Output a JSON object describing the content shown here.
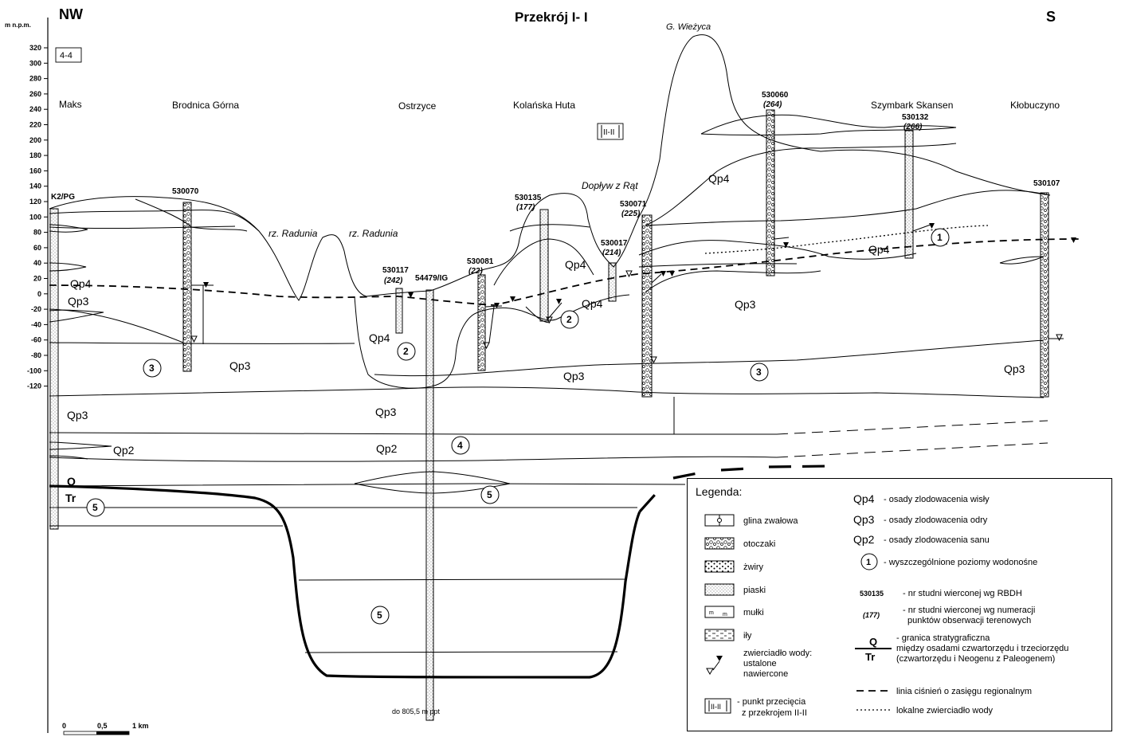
{
  "header": {
    "title": "Przekrój I- I",
    "left_dir": "NW",
    "right_dir": "S",
    "y_axis_label": "m n.p.m.",
    "map_sheet": "4-4",
    "peak_label": "G. Wieżyca",
    "cross_marker": "II-II"
  },
  "y_axis": {
    "ticks": [
      "320",
      "300",
      "280",
      "260",
      "240",
      "220",
      "200",
      "180",
      "160",
      "140",
      "120",
      "100",
      "80",
      "60",
      "40",
      "20",
      "0",
      "-20",
      "-40",
      "-60",
      "-80",
      "-100",
      "-120"
    ]
  },
  "places": [
    {
      "name": "Maks"
    },
    {
      "name": "Brodnica Górna"
    },
    {
      "name": "Ostrzyce"
    },
    {
      "name": "Kolańska Huta"
    },
    {
      "name": "Szymbark Skansen"
    },
    {
      "name": "Kłobuczyno"
    },
    {
      "name": "rz. Radunia"
    },
    {
      "name": "rz. Radunia"
    },
    {
      "name": "Dopływ z Rąt"
    }
  ],
  "wells": [
    {
      "id": "K2/PG",
      "sub": ""
    },
    {
      "id": "530070",
      "sub": ""
    },
    {
      "id": "530117",
      "sub": "(242)"
    },
    {
      "id": "54479/IG",
      "sub": ""
    },
    {
      "id": "530081",
      "sub": "(22)"
    },
    {
      "id": "530135",
      "sub": "(177)"
    },
    {
      "id": "530017",
      "sub": "(214)"
    },
    {
      "id": "530071",
      "sub": "(225)"
    },
    {
      "id": "530060",
      "sub": "(264)"
    },
    {
      "id": "530132",
      "sub": "(266)"
    },
    {
      "id": "530107",
      "sub": ""
    }
  ],
  "units": {
    "qp4": "Qp4",
    "qp3": "Qp3",
    "qp2": "Qp2",
    "q": "Q",
    "tr": "Tr",
    "aquifers": [
      "1",
      "2",
      "3",
      "4",
      "5"
    ]
  },
  "notes": {
    "bottom_depth": "do 805,5 m ppt"
  },
  "scale": {
    "labels": [
      "0",
      "0,5",
      "1 km"
    ]
  },
  "legend": {
    "title": "Legenda:",
    "lithology": [
      {
        "label": "glina zwałowa"
      },
      {
        "label": "otoczaki"
      },
      {
        "label": "żwiry"
      },
      {
        "label": "piaski"
      },
      {
        "label": "mułki"
      },
      {
        "label": "iły"
      }
    ],
    "water_title": "zwierciadło wody:",
    "water_items": [
      "ustalone",
      "nawiercone"
    ],
    "cross_text": "- punkt przecięcia",
    "cross_text2": "z przekrojem II-II",
    "right_items": [
      {
        "sym": "Qp4",
        "text": "- osady zlodowacenia wisły"
      },
      {
        "sym": "Qp3",
        "text": "- osady zlodowacenia odry"
      },
      {
        "sym": "Qp2",
        "text": "- osady zlodowacenia sanu"
      },
      {
        "sym": "1",
        "text": "- wyszczególnione poziomy wodonośne"
      },
      {
        "sym": "530135",
        "text": "- nr studni wierconej wg RBDH"
      },
      {
        "sym": "(177)",
        "text": "- nr studni wierconej wg numeracji"
      },
      {
        "sym": "",
        "text": "punktów obserwacji terenowych"
      },
      {
        "sym": "Q/Tr",
        "text": "- granica stratygraficzna"
      },
      {
        "sym": "",
        "text": "między osadami czwartorzędu i trzeciorzędu"
      },
      {
        "sym": "",
        "text": "(czwartorzędu i Neogenu z Paleogenem)"
      },
      {
        "sym": "",
        "text": "linia ciśnień o zasięgu regionalnym"
      },
      {
        "sym": "",
        "text": "lokalne zwierciadło wody"
      }
    ]
  },
  "colors": {
    "ink": "#000000",
    "paper": "#ffffff",
    "grid": "#000000"
  }
}
